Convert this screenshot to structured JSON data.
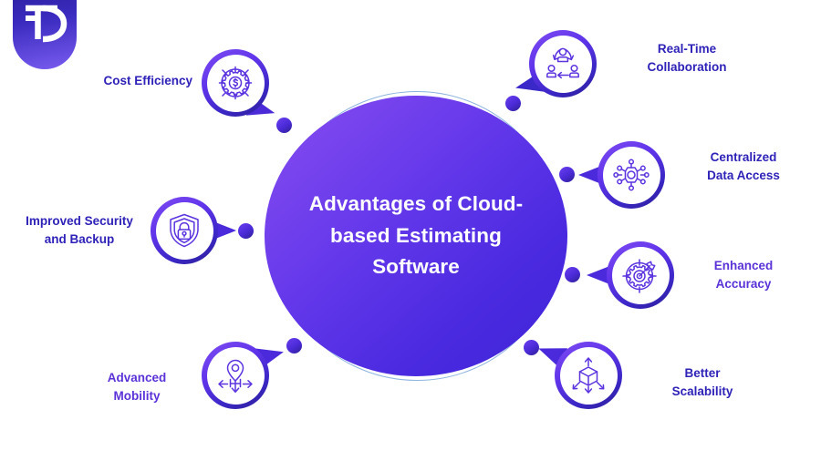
{
  "logo": {
    "name": "td-logo",
    "monogram": "TD",
    "gradient_from": "#2b1f9e",
    "gradient_to": "#7a5cf0"
  },
  "hub": {
    "title": "Advantages of Cloud-based Estimating Software",
    "text_color": "#ffffff",
    "gradient_from": "#8b4ff0",
    "gradient_to": "#3f24d8"
  },
  "orbit": {
    "stroke_color": "#8fb4e0"
  },
  "colors": {
    "label_indigo": "#2e22b8",
    "label_violet": "#5a32d8",
    "badge_ring_from": "#7e4df2",
    "badge_ring_to": "#2d1f96",
    "icon_stroke": "#5b34e0"
  },
  "nodes": [
    {
      "id": "cost-efficiency",
      "label": "Cost Efficiency",
      "icon": "gear-dollar-target-icon",
      "label_color": "indigo",
      "side": "left"
    },
    {
      "id": "real-time-collaboration",
      "label": "Real-Time\nCollaboration",
      "icon": "people-collaboration-icon",
      "label_color": "indigo",
      "side": "right"
    },
    {
      "id": "centralized-data-access",
      "label": "Centralized\nData Access",
      "icon": "network-hub-icon",
      "label_color": "indigo",
      "side": "right"
    },
    {
      "id": "enhanced-accuracy",
      "label": "Enhanced\nAccuracy",
      "icon": "target-arrow-gear-icon",
      "label_color": "violet",
      "side": "right"
    },
    {
      "id": "better-scalability",
      "label": "Better\nScalability",
      "icon": "cube-expand-icon",
      "label_color": "indigo",
      "side": "right"
    },
    {
      "id": "advanced-mobility",
      "label": "Advanced\nMobility",
      "icon": "location-pin-arrows-icon",
      "label_color": "violet",
      "side": "left"
    },
    {
      "id": "improved-security-and-backup",
      "label": "Improved Security\nand Backup",
      "icon": "shield-lock-icon",
      "label_color": "indigo",
      "side": "left"
    }
  ]
}
